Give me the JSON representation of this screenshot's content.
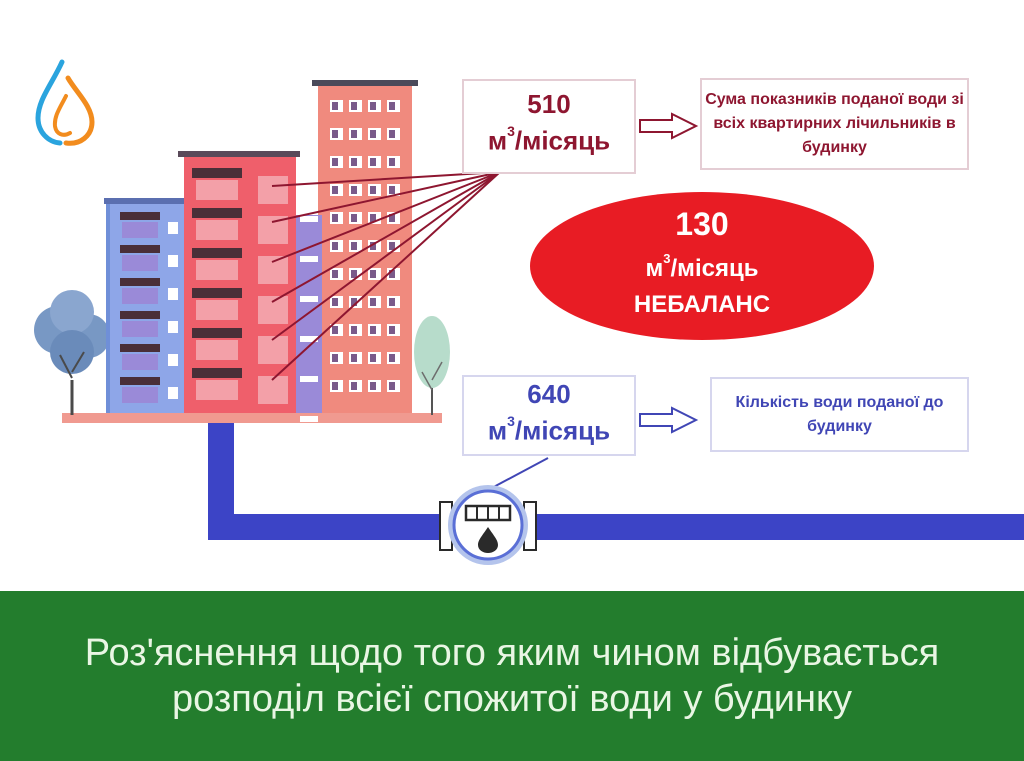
{
  "apartment_meters": {
    "value": "510",
    "unit_base": "м",
    "unit_sup": "3",
    "unit_rest": "/місяць",
    "description": "Сума показників поданої води зі всіх квартирних лічильників в будинку"
  },
  "imbalance": {
    "value": "130",
    "unit_base": "м",
    "unit_sup": "3",
    "unit_rest": "/місяць",
    "label": "НЕБАЛАНС"
  },
  "house_meter": {
    "value": "640",
    "unit_base": "м",
    "unit_sup": "3",
    "unit_rest": "/місяць",
    "description": "Кількість води поданої до будинку"
  },
  "banner": {
    "line1": "Роз'яснення щодо того яким чином відбувається",
    "line2": "розподіл всієї спожитої води у будинку"
  },
  "colors": {
    "apartment_accent": "#8e1630",
    "house_accent": "#4046b5",
    "imbalance_fill": "#e81c24",
    "banner_bg": "#237d2d",
    "pipe": "#3c44c6"
  },
  "icons": [
    "water-drop-logo-icon",
    "water-meter-icon",
    "arrow-right-icon",
    "tree-icon",
    "building-icon"
  ]
}
